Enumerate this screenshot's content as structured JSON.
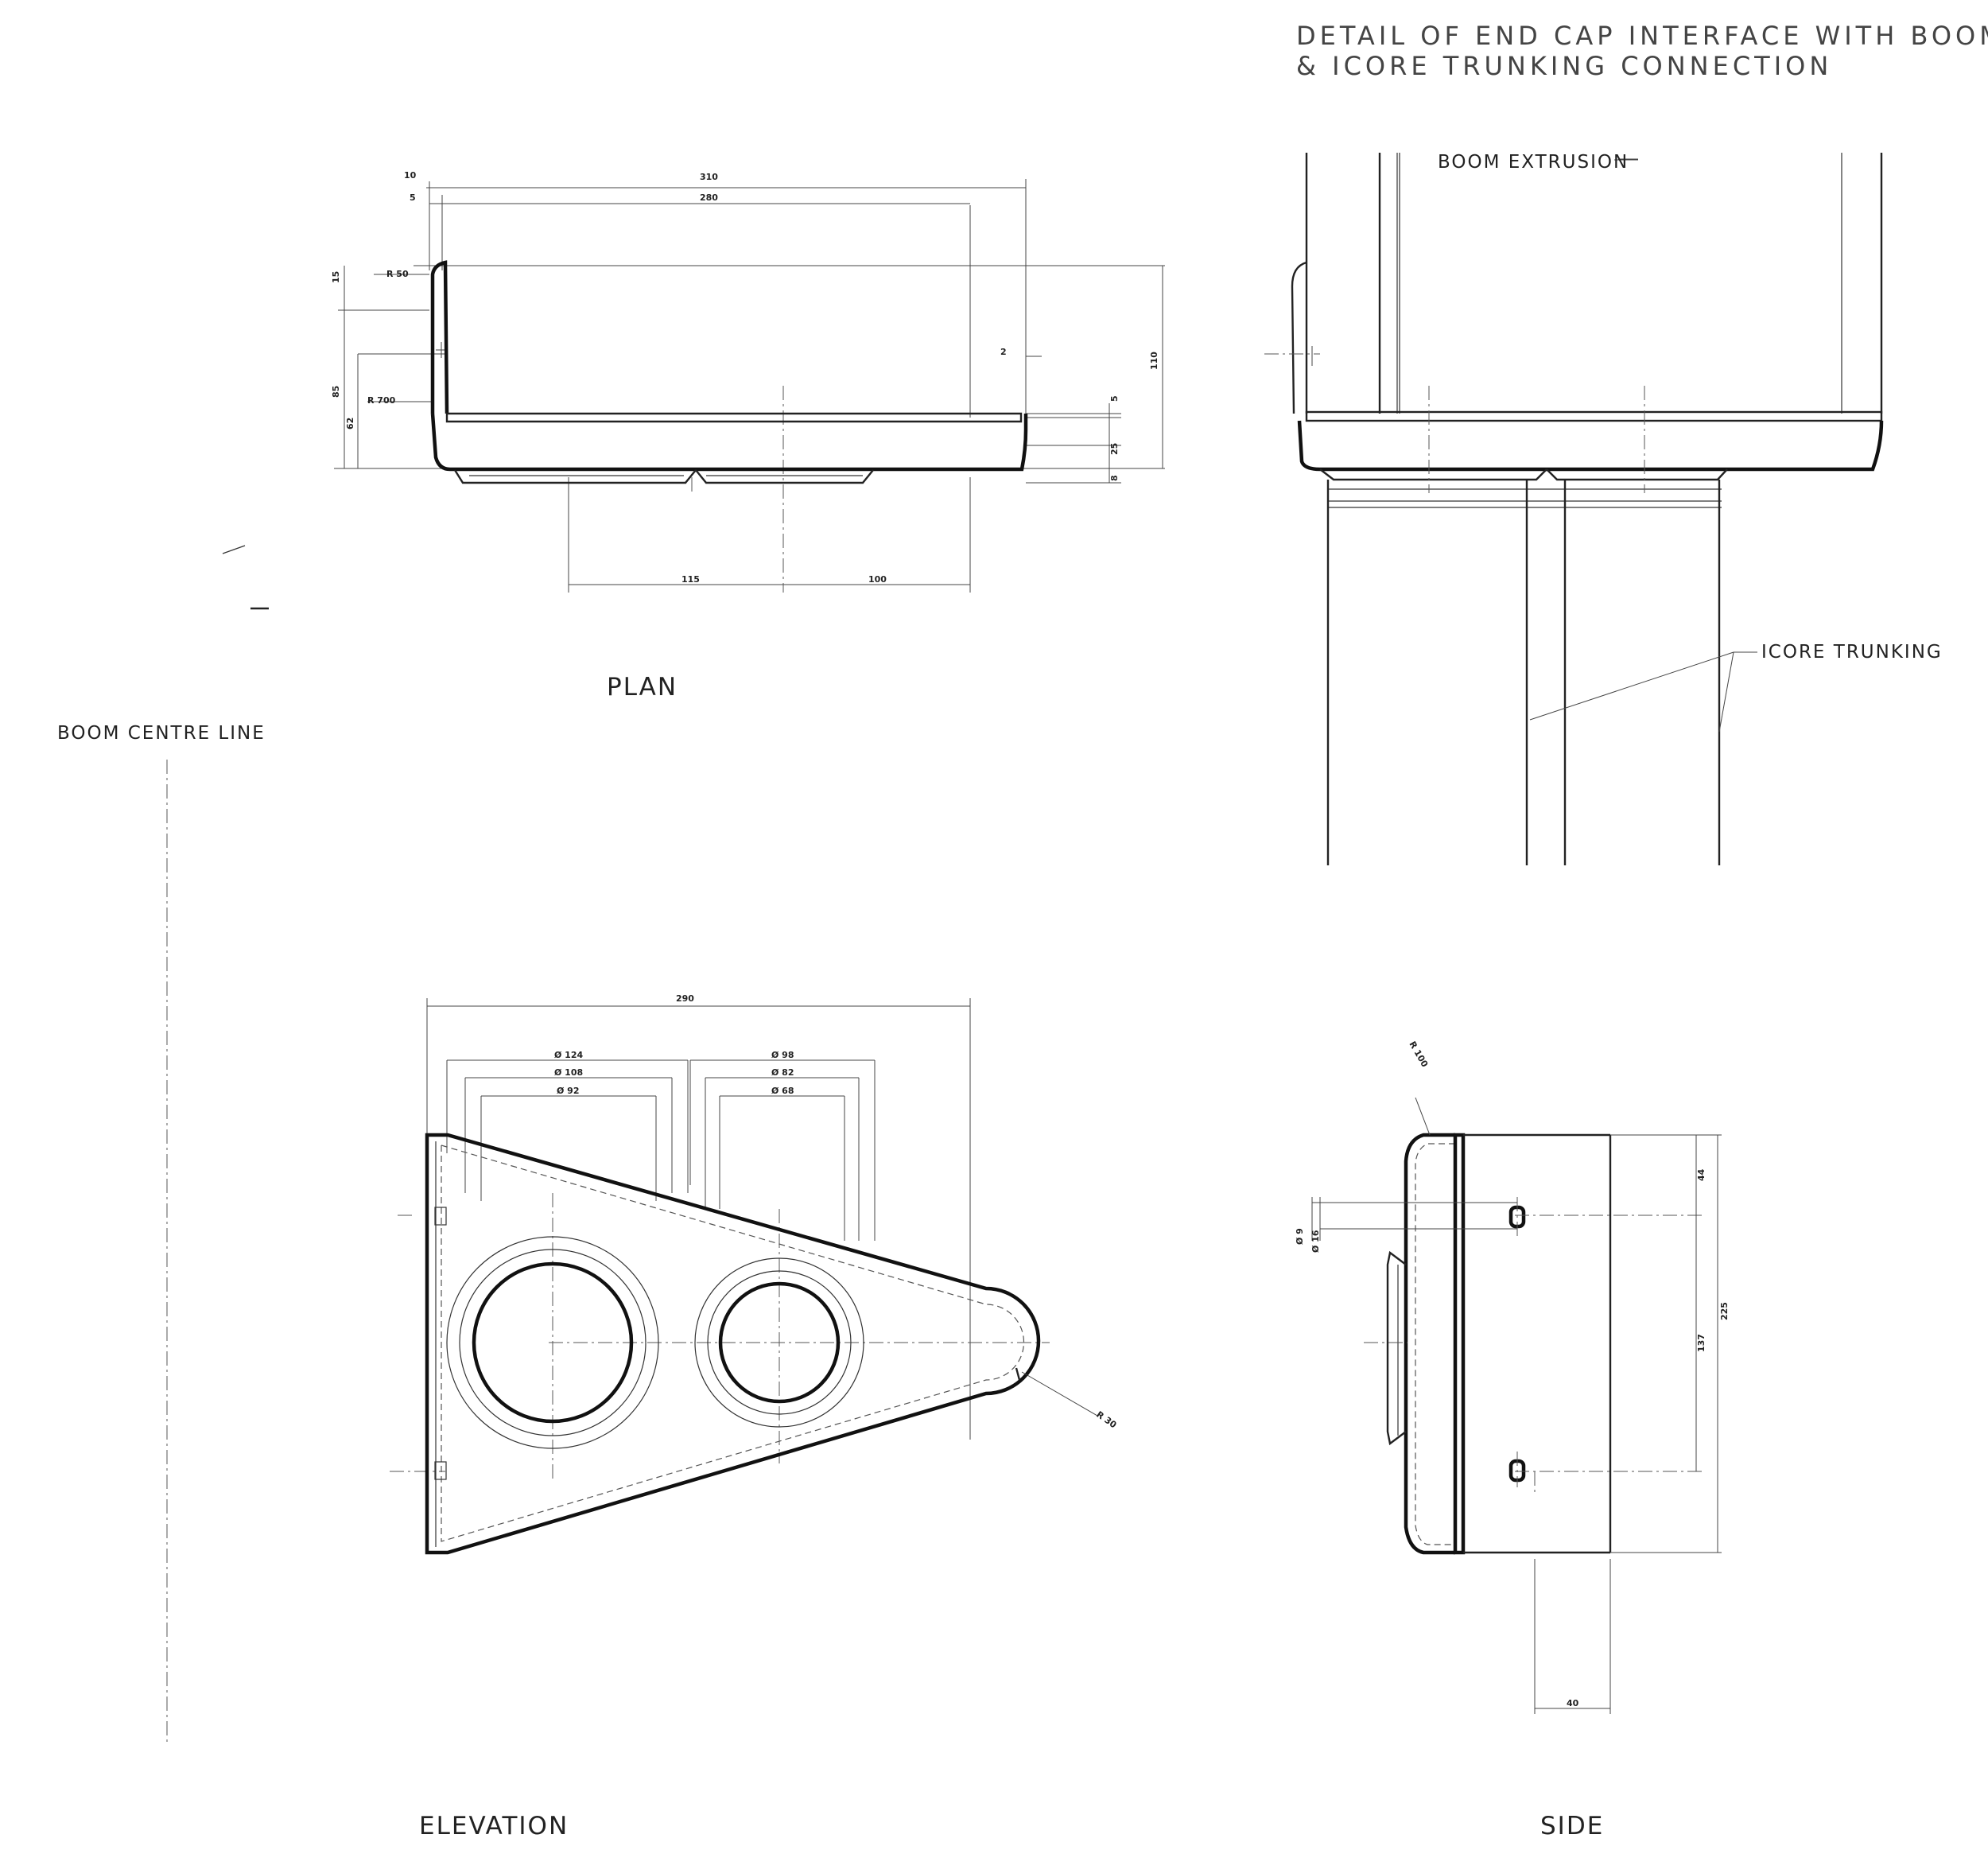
{
  "title": {
    "line1": "DETAIL OF END CAP INTERFACE WITH BOOM",
    "line2": "& ICORE TRUNKING CONNECTION"
  },
  "labels": {
    "boom_extrusion": "BOOM EXTRUSION",
    "icore_trunking": "ICORE TRUNKING",
    "boom_centre_line": "BOOM CENTRE LINE"
  },
  "views": {
    "plan": "PLAN",
    "elevation": "ELEVATION",
    "side": "SIDE"
  },
  "plan_dims": {
    "d10": "10",
    "d5": "5",
    "d310": "310",
    "d280": "280",
    "d15": "15",
    "r50": "R 50",
    "d85": "85",
    "d62": "62",
    "r700": "R 700",
    "d2": "2",
    "d110": "110",
    "d5b": "5",
    "d25": "25",
    "d8": "8",
    "d115": "115",
    "d100": "100"
  },
  "elevation_dims": {
    "d290": "290",
    "o124": "Ø 124",
    "o108": "Ø 108",
    "o92": "Ø 92",
    "o98": "Ø 98",
    "o82": "Ø 82",
    "o68": "Ø 68",
    "r30": "R 30"
  },
  "side_dims": {
    "r100": "R 100",
    "o9": "Ø 9",
    "o16": "Ø 16",
    "d44": "44",
    "d137": "137",
    "d225": "225",
    "d40": "40"
  }
}
